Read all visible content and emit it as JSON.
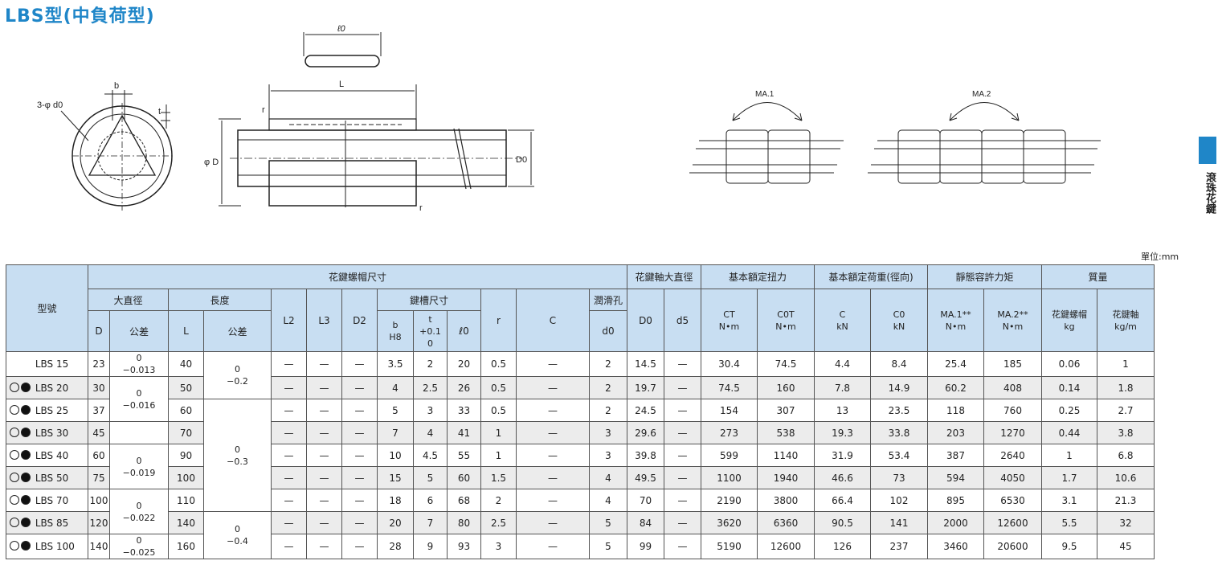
{
  "title": "LBS型(中負荷型)",
  "side_label": "滾珠花鍵",
  "unit": "單位:mm",
  "diagram_labels": {
    "l0": "ℓ0",
    "b": "b",
    "t": "t",
    "d0": "3-φ d0",
    "L": "L",
    "r_top": "r",
    "r_bottom": "r",
    "phiD": "φ D",
    "D0": "D0",
    "ma1": "MA.1",
    "ma2": "MA.2"
  },
  "headers": {
    "model": "型號",
    "nut": "花鍵螺帽尺寸",
    "shaft": "花鍵軸大直徑",
    "torque": "基本額定扭力",
    "load": "基本額定荷重(徑向)",
    "moment": "靜態容許力矩",
    "mass": "質量",
    "outer_dia": "大直徑",
    "length": "長度",
    "keyway": "鍵槽尺寸",
    "lube": "潤滑孔",
    "D": "D",
    "tolD": "公差",
    "L": "L",
    "tolL": "公差",
    "L2": "L2",
    "L3": "L3",
    "D2": "D2",
    "b1": "b",
    "b2": "H8",
    "t1": "t",
    "t2": "+0.1",
    "t3": "0",
    "l0": "ℓ0",
    "r": "r",
    "C": "C",
    "d0": "d0",
    "D0": "D0",
    "d5": "d5",
    "CT1": "CT",
    "CT2": "N•m",
    "C0T1": "C0T",
    "C0T2": "N•m",
    "C1": "C",
    "C2": "kN",
    "C01": "C0",
    "C02": "kN",
    "MA1a": "MA.1**",
    "MA1b": "N•m",
    "MA2a": "MA.2**",
    "MA2b": "N•m",
    "nutmass1": "花鍵螺帽",
    "nutmass2": "kg",
    "shaftmass1": "花鍵軸",
    "shaftmass2": "kg/m"
  },
  "tolerances": {
    "D1a": "0",
    "D1b": "−0.013",
    "D2a": "0",
    "D2b": "−0.016",
    "D3a": "0",
    "D3b": "−0.019",
    "D4a": "0",
    "D4b": "−0.022",
    "D5a": "0",
    "D5b": "−0.025",
    "L1a": "0",
    "L1b": "−0.2",
    "L2a": "0",
    "L2b": "−0.3",
    "L3a": "0",
    "L3b": "−0.4"
  },
  "rows": [
    {
      "marks": false,
      "model": "LBS 15",
      "D": "23",
      "L": "40",
      "L2": "—",
      "L3": "—",
      "D2": "—",
      "b": "3.5",
      "t": "2",
      "l0": "20",
      "r": "0.5",
      "C": "—",
      "d0": "2",
      "D0": "14.5",
      "d5": "—",
      "CT": "30.4",
      "C0T": "74.5",
      "Cr": "4.4",
      "C0": "8.4",
      "MA1": "25.4",
      "MA2": "185",
      "nut_mass": "0.06",
      "shaft_mass": "1"
    },
    {
      "marks": true,
      "model": "LBS 20",
      "D": "30",
      "L": "50",
      "L2": "—",
      "L3": "—",
      "D2": "—",
      "b": "4",
      "t": "2.5",
      "l0": "26",
      "r": "0.5",
      "C": "—",
      "d0": "2",
      "D0": "19.7",
      "d5": "—",
      "CT": "74.5",
      "C0T": "160",
      "Cr": "7.8",
      "C0": "14.9",
      "MA1": "60.2",
      "MA2": "408",
      "nut_mass": "0.14",
      "shaft_mass": "1.8"
    },
    {
      "marks": true,
      "model": "LBS 25",
      "D": "37",
      "L": "60",
      "L2": "—",
      "L3": "—",
      "D2": "—",
      "b": "5",
      "t": "3",
      "l0": "33",
      "r": "0.5",
      "C": "—",
      "d0": "2",
      "D0": "24.5",
      "d5": "—",
      "CT": "154",
      "C0T": "307",
      "Cr": "13",
      "C0": "23.5",
      "MA1": "118",
      "MA2": "760",
      "nut_mass": "0.25",
      "shaft_mass": "2.7"
    },
    {
      "marks": true,
      "model": "LBS 30",
      "D": "45",
      "L": "70",
      "L2": "—",
      "L3": "—",
      "D2": "—",
      "b": "7",
      "t": "4",
      "l0": "41",
      "r": "1",
      "C": "—",
      "d0": "3",
      "D0": "29.6",
      "d5": "—",
      "CT": "273",
      "C0T": "538",
      "Cr": "19.3",
      "C0": "33.8",
      "MA1": "203",
      "MA2": "1270",
      "nut_mass": "0.44",
      "shaft_mass": "3.8"
    },
    {
      "marks": true,
      "model": "LBS 40",
      "D": "60",
      "L": "90",
      "L2": "—",
      "L3": "—",
      "D2": "—",
      "b": "10",
      "t": "4.5",
      "l0": "55",
      "r": "1",
      "C": "—",
      "d0": "3",
      "D0": "39.8",
      "d5": "—",
      "CT": "599",
      "C0T": "1140",
      "Cr": "31.9",
      "C0": "53.4",
      "MA1": "387",
      "MA2": "2640",
      "nut_mass": "1",
      "shaft_mass": "6.8"
    },
    {
      "marks": true,
      "model": "LBS 50",
      "D": "75",
      "L": "100",
      "L2": "—",
      "L3": "—",
      "D2": "—",
      "b": "15",
      "t": "5",
      "l0": "60",
      "r": "1.5",
      "C": "—",
      "d0": "4",
      "D0": "49.5",
      "d5": "—",
      "CT": "1100",
      "C0T": "1940",
      "Cr": "46.6",
      "C0": "73",
      "MA1": "594",
      "MA2": "4050",
      "nut_mass": "1.7",
      "shaft_mass": "10.6"
    },
    {
      "marks": true,
      "model": "LBS 70",
      "D": "100",
      "L": "110",
      "L2": "—",
      "L3": "—",
      "D2": "—",
      "b": "18",
      "t": "6",
      "l0": "68",
      "r": "2",
      "C": "—",
      "d0": "4",
      "D0": "70",
      "d5": "—",
      "CT": "2190",
      "C0T": "3800",
      "Cr": "66.4",
      "C0": "102",
      "MA1": "895",
      "MA2": "6530",
      "nut_mass": "3.1",
      "shaft_mass": "21.3"
    },
    {
      "marks": true,
      "model": "LBS 85",
      "D": "120",
      "L": "140",
      "L2": "—",
      "L3": "—",
      "D2": "—",
      "b": "20",
      "t": "7",
      "l0": "80",
      "r": "2.5",
      "C": "—",
      "d0": "5",
      "D0": "84",
      "d5": "—",
      "CT": "3620",
      "C0T": "6360",
      "Cr": "90.5",
      "C0": "141",
      "MA1": "2000",
      "MA2": "12600",
      "nut_mass": "5.5",
      "shaft_mass": "32"
    },
    {
      "marks": true,
      "model": "LBS 100",
      "D": "140",
      "L": "160",
      "L2": "—",
      "L3": "—",
      "D2": "—",
      "b": "28",
      "t": "9",
      "l0": "93",
      "r": "3",
      "C": "—",
      "d0": "5",
      "D0": "99",
      "d5": "—",
      "CT": "5190",
      "C0T": "12600",
      "Cr": "126",
      "C0": "237",
      "MA1": "3460",
      "MA2": "20600",
      "nut_mass": "9.5",
      "shaft_mass": "45"
    }
  ]
}
